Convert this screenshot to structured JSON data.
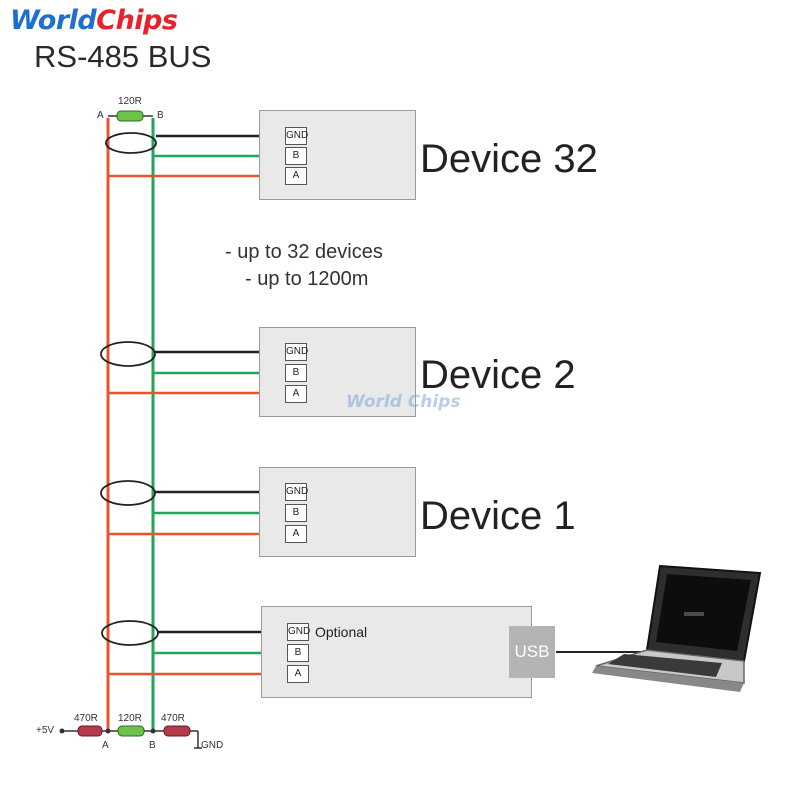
{
  "brand": {
    "part1": "World",
    "part2": "Chips"
  },
  "title": "RS-485 BUS",
  "notes": {
    "line1": "- up to 32 devices",
    "line2": "- up to 1200m"
  },
  "terminals": {
    "gnd": "GND",
    "b": "B",
    "a": "A"
  },
  "devices": [
    {
      "label": "Device 32"
    },
    {
      "label": "Device 2"
    },
    {
      "label": "Device 1"
    }
  ],
  "master": {
    "optional_label": "Optional",
    "usb_label": "USB"
  },
  "top_termination": {
    "resistor": "120R",
    "line_a": "A",
    "line_b": "B"
  },
  "bottom_termination": {
    "supply": "+5V",
    "pullup": "470R",
    "terminator": "120R",
    "pulldown": "470R",
    "ground": "GND",
    "line_a": "A",
    "line_b": "B"
  },
  "watermark": "World Chips",
  "colors": {
    "line_a": "#e8552a",
    "line_b": "#1fa65a",
    "gnd": "#222222",
    "resistor_green": "#6cc24a",
    "resistor_red": "#b23a4a",
    "brand_blue": "#1f6fd0",
    "brand_red": "#e6232b"
  }
}
